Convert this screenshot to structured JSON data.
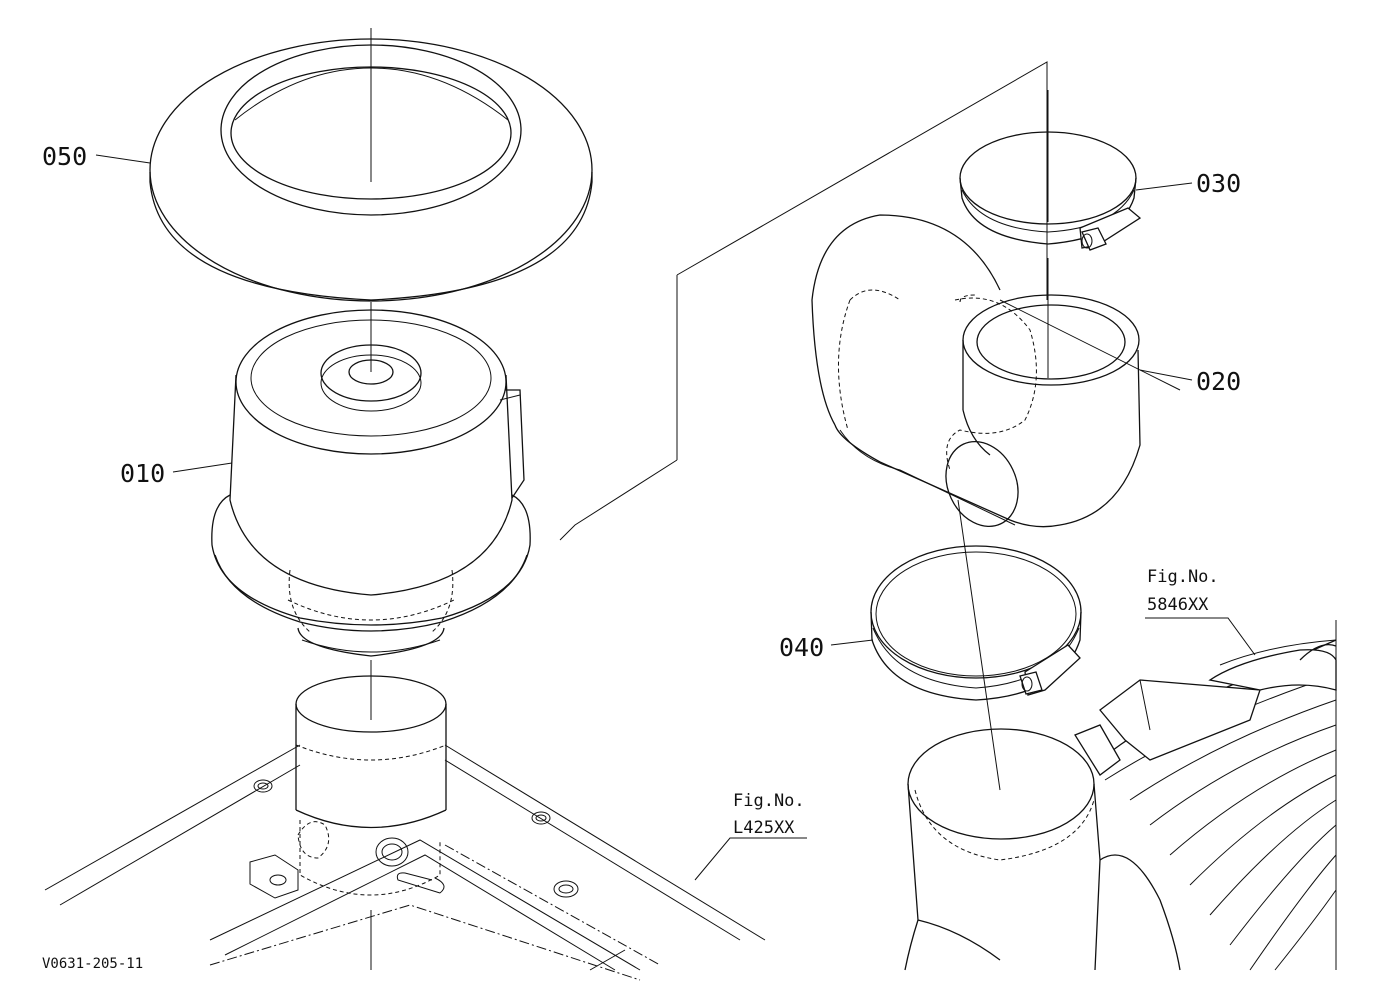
{
  "callouts": {
    "p050": "050",
    "p010": "010",
    "p030": "030",
    "p020": "020",
    "p040": "040"
  },
  "fig_refs": {
    "fig1_label": "Fig.No.",
    "fig1_number": "5846XX",
    "fig2_label": "Fig.No.",
    "fig2_number": "L425XX"
  },
  "drawing_code": "V0631-205-11",
  "colors": {
    "line": "#111111",
    "background": "#ffffff"
  }
}
